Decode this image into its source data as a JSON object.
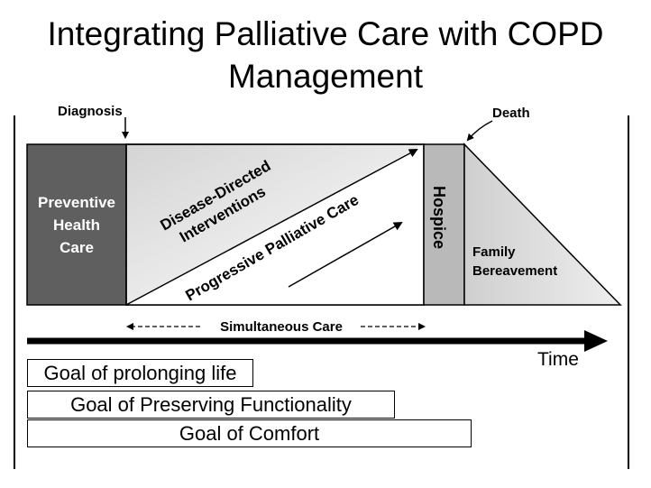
{
  "title": {
    "line1": "Integrating Palliative Care with COPD",
    "line2": "Management"
  },
  "labels": {
    "diagnosis": "Diagnosis",
    "death": "Death",
    "preventive": [
      "Preventive",
      "Health",
      "Care"
    ],
    "disease_directed": [
      "Disease-Directed",
      "Interventions"
    ],
    "progressive_palliative": "Progressive Palliative Care",
    "hospice": "Hospice",
    "family_bereavement": [
      "Family",
      "Bereavement"
    ],
    "simultaneous_care": "Simultaneous Care",
    "time": "Time"
  },
  "goals": [
    "Goal of prolonging life",
    "Goal of Preserving Functionality",
    "Goal of Comfort"
  ],
  "colors": {
    "preventive_fill": "#5f5f5f",
    "hospice_fill": "#b9b9b9",
    "bereavement_fill": "#dcdcdc"
  }
}
